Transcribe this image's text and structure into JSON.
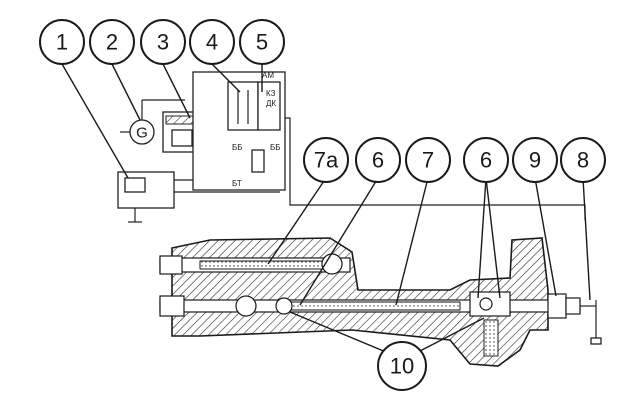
{
  "callouts": [
    {
      "id": "c1",
      "label": "1"
    },
    {
      "id": "c2",
      "label": "2"
    },
    {
      "id": "c3",
      "label": "3"
    },
    {
      "id": "c4",
      "label": "4"
    },
    {
      "id": "c5",
      "label": "5"
    },
    {
      "id": "c7a",
      "label": "7a"
    },
    {
      "id": "c6a",
      "label": "6"
    },
    {
      "id": "c7",
      "label": "7"
    },
    {
      "id": "c6b",
      "label": "6"
    },
    {
      "id": "c9",
      "label": "9"
    },
    {
      "id": "c8",
      "label": "8"
    },
    {
      "id": "c10",
      "label": "10"
    }
  ],
  "schematic": {
    "generator_symbol": "G",
    "relay_label_am": "AM",
    "relay_label_kz": "КЗ",
    "relay_label_dk": "ДК",
    "terminal_labels": [
      "ББ",
      "ББ",
      "БТ"
    ]
  }
}
